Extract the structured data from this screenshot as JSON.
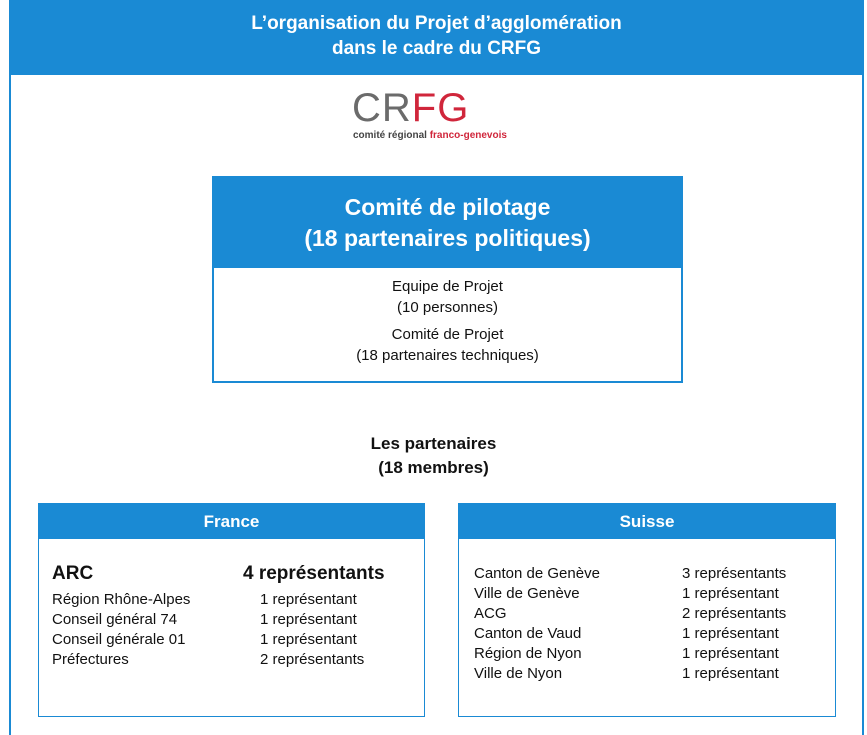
{
  "header": {
    "line1": "L’organisation du Projet d’agglomération",
    "line2": "dans le cadre du CRFG"
  },
  "logo": {
    "mark_a": "CR",
    "mark_b": "FG",
    "sub_a": "comité régional ",
    "sub_b": "franco-genevois"
  },
  "copil": {
    "title_line1": "Comité de pilotage",
    "title_line2": "(18 partenaires politiques)",
    "team_line1": "Equipe de Projet",
    "team_line2": "(10 personnes)",
    "committee_line1": "Comité de Projet",
    "committee_line2": "(18 partenaires techniques)"
  },
  "partners": {
    "line1": "Les partenaires",
    "line2": "(18 membres)"
  },
  "france": {
    "title": "France",
    "rows": [
      {
        "name": "ARC",
        "value": "4 représentants"
      },
      {
        "name": "Région Rhône-Alpes",
        "value": "1 représentant"
      },
      {
        "name": "Conseil général 74",
        "value": "1 représentant"
      },
      {
        "name": "Conseil générale 01",
        "value": "1 représentant"
      },
      {
        "name": "Préfectures",
        "value": "2 représentants"
      }
    ]
  },
  "suisse": {
    "title": "Suisse",
    "rows": [
      {
        "name": "Canton de Genève",
        "value": "3 représentants"
      },
      {
        "name": "Ville de Genève",
        "value": "1 représentant"
      },
      {
        "name": "ACG",
        "value": "2 représentants"
      },
      {
        "name": "Canton de Vaud",
        "value": "1 représentant"
      },
      {
        "name": "Région de Nyon",
        "value": "1 représentant"
      },
      {
        "name": "Ville de Nyon",
        "value": "1 représentant"
      }
    ]
  },
  "colors": {
    "accent": "#1a8ad4",
    "logo_red": "#d0263b",
    "logo_grey": "#6b6b6b"
  }
}
